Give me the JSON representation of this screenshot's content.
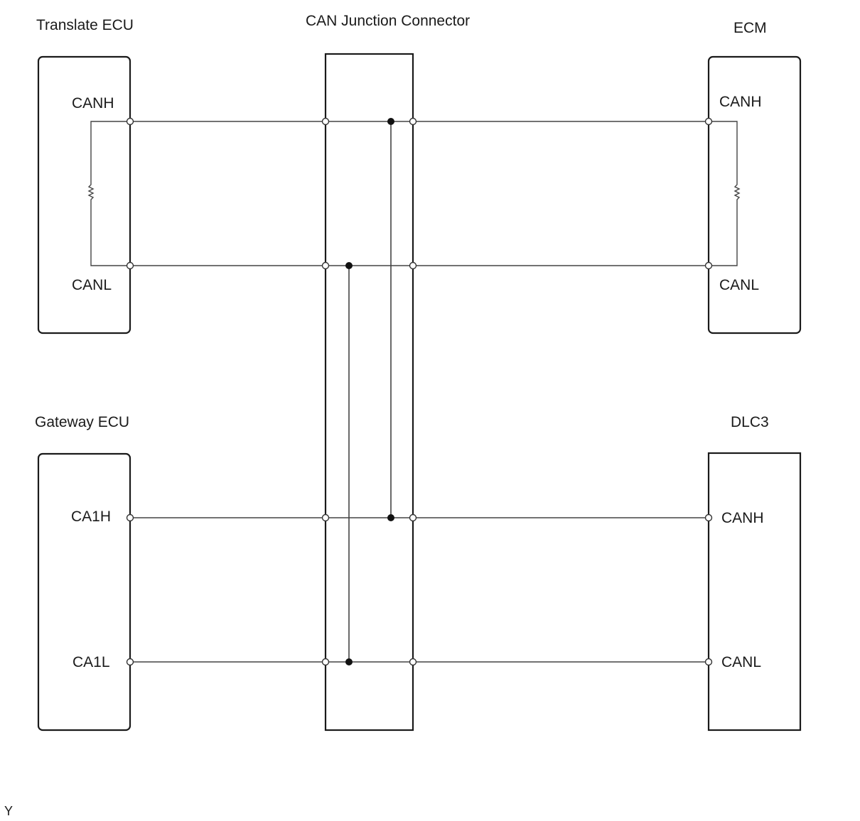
{
  "components": {
    "translate_ecu": {
      "name": "Translate ECU",
      "pins": {
        "high": "CANH",
        "low": "CANL"
      }
    },
    "junction": {
      "name": "CAN Junction Connector"
    },
    "ecm": {
      "name": "ECM",
      "pins": {
        "high": "CANH",
        "low": "CANL"
      }
    },
    "gateway_ecu": {
      "name": "Gateway ECU",
      "pins": {
        "high": "CA1H",
        "low": "CA1L"
      }
    },
    "dlc3": {
      "name": "DLC3",
      "pins": {
        "high": "CANH",
        "low": "CANL"
      }
    }
  },
  "connections": [
    {
      "from": "Translate ECU CANH",
      "to": "ECM CANH",
      "via": "CAN Junction Connector"
    },
    {
      "from": "Translate ECU CANL",
      "to": "ECM CANL",
      "via": "CAN Junction Connector"
    },
    {
      "from": "Gateway ECU CA1H",
      "to": "DLC3 CANH",
      "via": "CAN Junction Connector"
    },
    {
      "from": "Gateway ECU CA1L",
      "to": "DLC3 CANL",
      "via": "CAN Junction Connector"
    }
  ],
  "terminating_resistors": [
    "Translate ECU",
    "ECM"
  ],
  "corner_mark": "Y"
}
